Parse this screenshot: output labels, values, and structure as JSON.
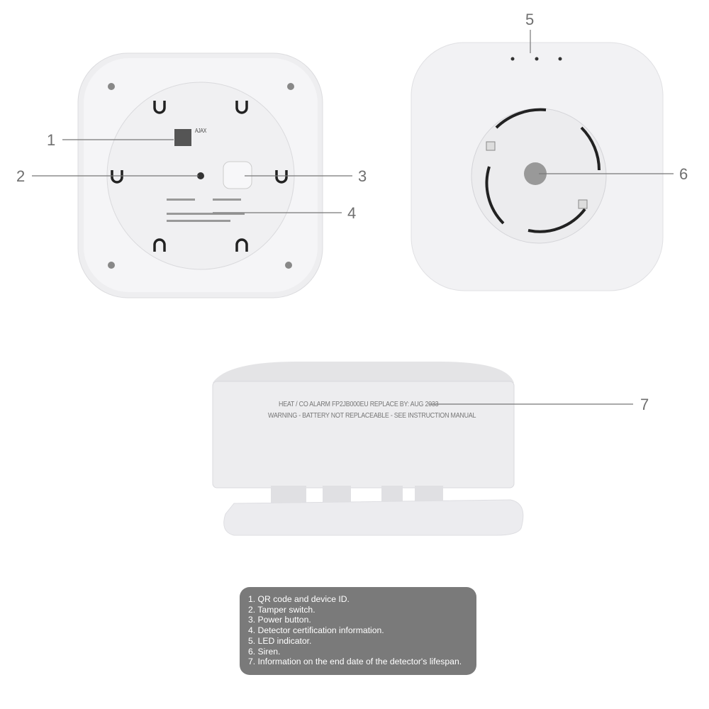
{
  "callouts": [
    "1",
    "2",
    "3",
    "4",
    "5",
    "6",
    "7"
  ],
  "device_side_text": {
    "line1": "HEAT / CO ALARM  FP2JB000EU  REPLACE BY: AUG 2033",
    "line2": "WARNING - BATTERY NOT REPLACEABLE - SEE INSTRUCTION MANUAL"
  },
  "device_brand": "AJAX",
  "legend": [
    "1. QR code and device ID.",
    "2. Tamper switch.",
    "3. Power button.",
    "4. Detector certification information.",
    "5. LED indicator.",
    "6. Siren.",
    "7. Information on the end date of the detector's lifespan."
  ],
  "colors": {
    "device": "#f1f1f3",
    "legend_bg": "#7a7a7a",
    "callout": "#6f6f6f"
  }
}
